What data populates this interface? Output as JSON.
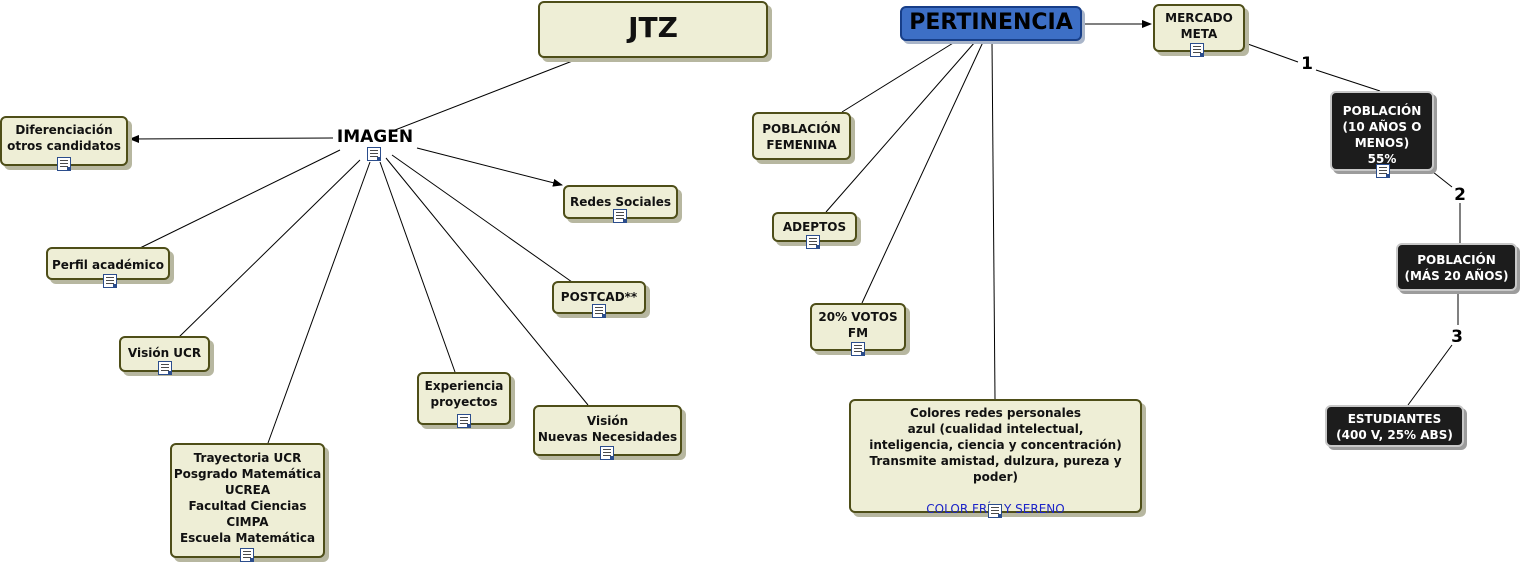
{
  "nodes": {
    "jtz": "JTZ",
    "imagen": "IMAGEN",
    "diferenciacion": [
      "Diferenciación",
      "otros candidatos"
    ],
    "perfil": "Perfil académico",
    "vision_ucr": "Visión UCR",
    "trayectoria": [
      "Trayectoria UCR",
      "Posgrado Matemática",
      "UCREA",
      "Facultad Ciencias",
      "CIMPA",
      "Escuela Matemática"
    ],
    "experiencia": [
      "Experiencia",
      "proyectos"
    ],
    "vision_nuevas": [
      "Visión",
      "Nuevas Necesidades"
    ],
    "postcad": "POSTCAD**",
    "redes": "Redes Sociales",
    "pertinencia": "PERTINENCIA",
    "mercado": [
      "MERCADO",
      "META"
    ],
    "poblacion_fem": [
      "POBLACIÓN",
      "FEMENINA"
    ],
    "adeptos": "ADEPTOS",
    "votos": [
      "20% VOTOS",
      "FM"
    ],
    "colores": [
      "Colores redes personales",
      "azul (cualidad intelectual,",
      "inteligencia, ciencia y concentración)",
      "Transmite amistad, dulzura, pureza y poder)"
    ],
    "colores_note": "COLOR FRÍO Y SERENO",
    "poblacion_10": [
      "POBLACIÓN",
      "(10 AÑOS O",
      "MENOS)",
      "55%"
    ],
    "poblacion_20": [
      "POBLACIÓN",
      "(MÁS 20 AÑOS)"
    ],
    "estudiantes": [
      "ESTUDIANTES",
      "(400 V, 25% ABS)"
    ]
  },
  "link_labels": {
    "step1": "1",
    "step2": "2",
    "step3": "3"
  },
  "colors": {
    "node_fill": "#eeeed6",
    "node_border": "#4e4e18",
    "dark_fill": "#1c1c1c",
    "accent_blue": "#3d6fc6",
    "note_blue": "#1c24c8"
  },
  "icons": {
    "resource": "document-icon"
  }
}
